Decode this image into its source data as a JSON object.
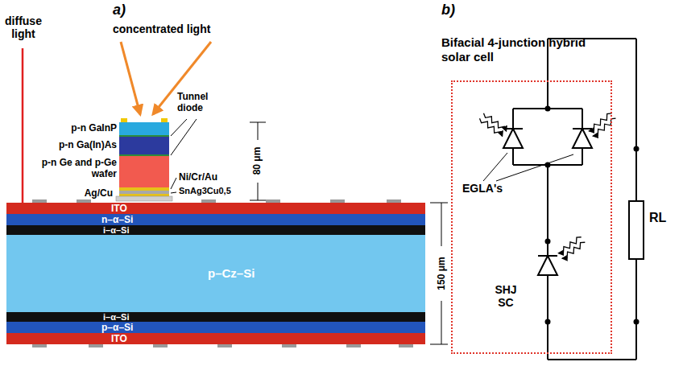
{
  "diagram": {
    "nodes": [
      {
        "text": [
          "ITO"
        ]
      },
      {
        "text": [
          "n–α–Si"
        ]
      },
      {
        "text": [
          "i–α–Si"
        ]
      },
      {
        "text": [
          "p–Cz–Si"
        ]
      },
      {
        "text": [
          "i–α–Si"
        ]
      },
      {
        "text": [
          "p–α–Si"
        ]
      },
      {
        "text": [
          "ITO"
        ]
      },
      {
        "text": [
          "Bifacial 4-junction hybrid solar cell"
        ]
      }
    ],
    "labels": [
      "a)",
      "b)",
      "diffuse light",
      "concentrated light",
      "p-n GaInP",
      "p-n Ga(In)As",
      "p-n Ge and p-Ge wafer",
      "Tunnel diode",
      "Ni/Cr/Au",
      "SnAg3Cu0,5",
      "Ag/Cu",
      "80 μm",
      "150 μm",
      "EGLA's",
      "SHJ SC",
      "RL"
    ]
  }
}
